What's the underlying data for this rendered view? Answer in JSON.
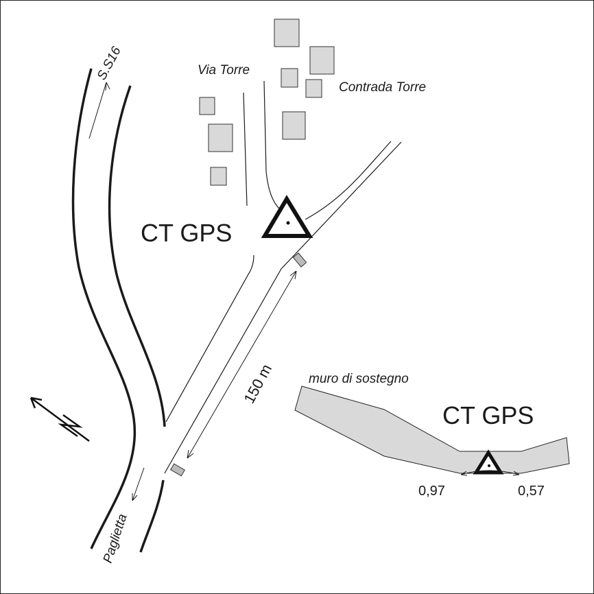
{
  "labels": {
    "road_ss16": "S.S16",
    "road_via_torre": "Via Torre",
    "locality": "Contrada Torre",
    "destination": "Paglietta",
    "station_main": "CT GPS",
    "distance": "150 m",
    "wall": "muro di sostegno",
    "station_detail": "CT GPS",
    "offset_left": "0,97",
    "offset_right": "0,57"
  },
  "colors": {
    "building": "#d9d9d9",
    "wall": "#d9d9d9",
    "line": "#1a1a1a"
  }
}
